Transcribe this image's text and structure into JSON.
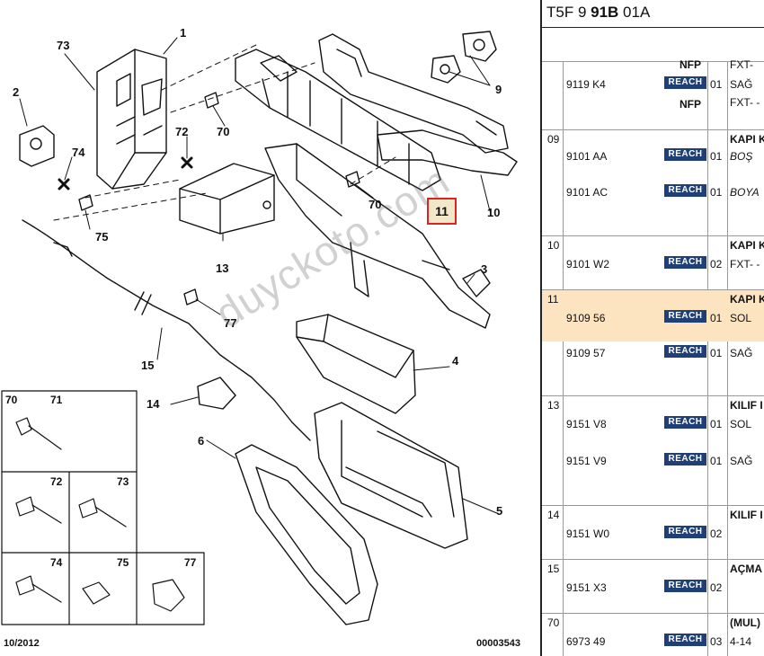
{
  "diagram": {
    "labels": {
      "l1": "1",
      "l2": "2",
      "l3": "3",
      "l4": "4",
      "l5": "5",
      "l6": "6",
      "l9": "9",
      "l10": "10",
      "l11": "11",
      "l13": "13",
      "l14": "14",
      "l15": "15",
      "l70a": "70",
      "l70b": "70",
      "l72": "72",
      "l73": "73",
      "l74": "74",
      "l75": "75",
      "l77": "77"
    },
    "legend": {
      "c70": "70",
      "c71": "71",
      "c72": "72",
      "c73": "73",
      "c74": "74",
      "c75": "75",
      "c77": "77"
    },
    "watermark": "duyckoto.com",
    "date": "10/2012",
    "ref": "00003543"
  },
  "panel": {
    "title_prefix": "T5F 9 ",
    "title_bold": "91B",
    "title_suffix": " 01A",
    "rows": [
      {
        "num": "",
        "parts": [
          {
            "pn": "9119 K4",
            "qty": "01",
            "desc": "SAĞ",
            "pre": "NFP",
            "post": "NFP",
            "extra": "FXT- -",
            "top": "FXT-"
          }
        ]
      },
      {
        "num": "09",
        "head": "KAPI K",
        "parts": [
          {
            "pn": "9101 AA",
            "qty": "01",
            "desc": "BOŞ"
          },
          {
            "pn": "9101 AC",
            "qty": "01",
            "desc": "BOYA"
          }
        ]
      },
      {
        "num": "10",
        "head": "KAPI K",
        "parts": [
          {
            "pn": "9101 W2",
            "qty": "02",
            "desc": "FXT- -"
          }
        ]
      },
      {
        "num": "11",
        "head": "KAPI K",
        "parts": [
          {
            "pn": "9109 56",
            "qty": "01",
            "desc": "SOL"
          },
          {
            "pn": "9109 57",
            "qty": "01",
            "desc": "SAĞ"
          }
        ]
      },
      {
        "num": "13",
        "head": "KILIF I",
        "parts": [
          {
            "pn": "9151 V8",
            "qty": "01",
            "desc": "SOL"
          },
          {
            "pn": "9151 V9",
            "qty": "01",
            "desc": "SAĞ"
          }
        ]
      },
      {
        "num": "14",
        "head": "KILIF I",
        "parts": [
          {
            "pn": "9151 W0",
            "qty": "02",
            "desc": ""
          }
        ]
      },
      {
        "num": "15",
        "head": "AÇMA",
        "parts": [
          {
            "pn": "9151 X3",
            "qty": "02",
            "desc": ""
          }
        ]
      },
      {
        "num": "70",
        "head": "(MUL)",
        "parts": [
          {
            "pn": "6973 49",
            "qty": "03",
            "desc": "4-14"
          }
        ]
      }
    ],
    "reach": "REACH"
  }
}
